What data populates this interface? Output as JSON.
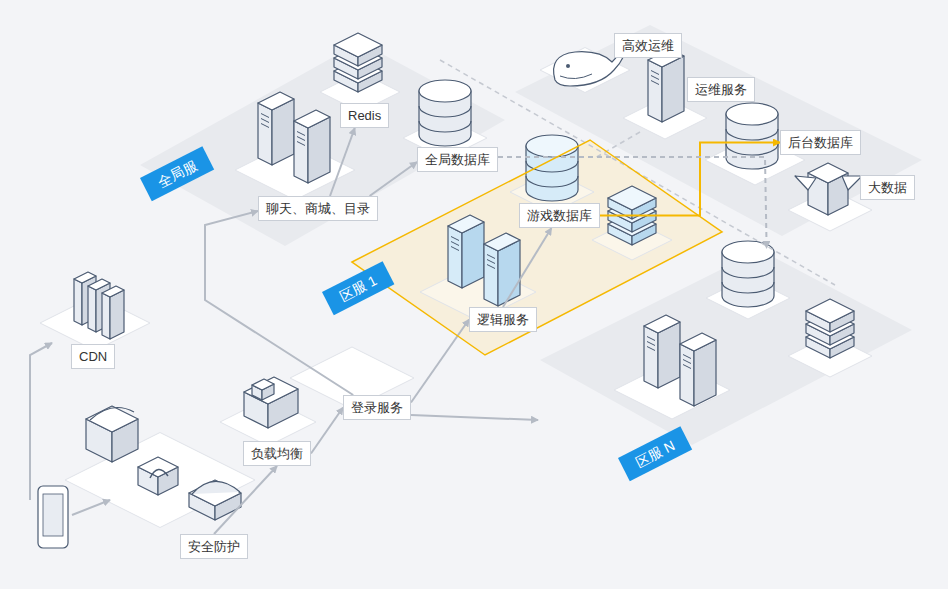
{
  "diagram": {
    "nodes": [
      {
        "text": [
          "全局服"
        ]
      },
      {
        "text": [
          "Redis"
        ],
        "in": 0
      },
      {
        "text": [
          "全局数据库"
        ],
        "in": 0
      },
      {
        "text": [
          "聊天、商城、目录"
        ],
        "in": 0
      },
      {
        "text": [
          "高效运维"
        ]
      },
      {
        "text": [
          "运维服务"
        ]
      },
      {
        "text": [
          "后台数据库"
        ]
      },
      {
        "text": [
          "大数据"
        ]
      },
      {
        "text": [
          "区服 1"
        ]
      },
      {
        "text": [
          "游戏数据库"
        ],
        "in": 8
      },
      {
        "text": [
          "逻辑服务"
        ],
        "in": 8
      },
      {
        "text": [
          "区服 N"
        ]
      },
      {
        "text": [
          "CDN"
        ]
      },
      {
        "text": [
          "登录服务"
        ]
      },
      {
        "text": [
          "负载均衡"
        ]
      },
      {
        "text": [
          "安全防护"
        ]
      }
    ],
    "edges": [
      {
        "from": 15,
        "to": 14,
        "arrow": "to"
      },
      {
        "from": 14,
        "to": 13,
        "arrow": "to"
      },
      {
        "from": 13,
        "to": 3,
        "arrow": "to"
      },
      {
        "from": 13,
        "to": 10,
        "arrow": "to"
      },
      {
        "from": 13,
        "to": 11,
        "arrow": "to"
      },
      {
        "from": 9,
        "to": 6,
        "arrow": "to"
      },
      {
        "from": 2,
        "to": 11,
        "arrow": "to"
      },
      {
        "from": 3,
        "to": 1,
        "arrow": "to"
      },
      {
        "from": 3,
        "to": 2,
        "arrow": "to"
      },
      {
        "from": 10,
        "to": 9,
        "arrow": "to"
      }
    ]
  }
}
